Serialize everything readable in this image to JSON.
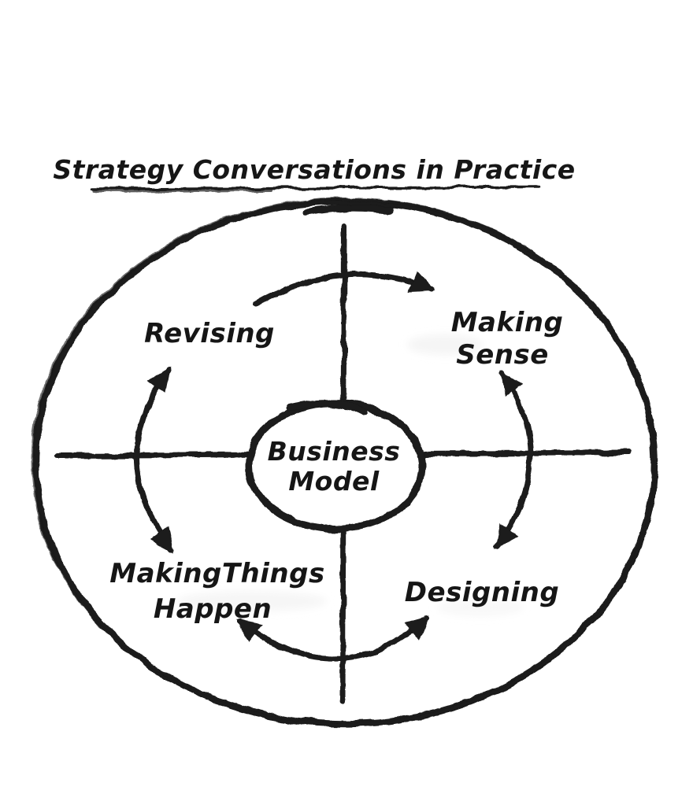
{
  "page": {
    "background_color": "#ffffff",
    "ink_color": "#1a1a1a",
    "style": "hand-drawn marker sketch"
  },
  "title": "Strategy Conversations in Practice",
  "diagram": {
    "type": "cycle-diagram",
    "center_node": {
      "line1": "Business",
      "line2": "Model"
    },
    "quadrant_labels": {
      "top_left": "Revising",
      "top_right_line1": "Making",
      "top_right_line2": "Sense",
      "bottom_right": "Designing",
      "bottom_left_line1": "MakingThings",
      "bottom_left_line2": "Happen"
    },
    "arrows": [
      {
        "position": "top",
        "from": "Revising",
        "to": "Making Sense",
        "heads": "single",
        "direction": "clockwise"
      },
      {
        "position": "right",
        "between": [
          "Making Sense",
          "Designing"
        ],
        "heads": "double"
      },
      {
        "position": "bottom",
        "between": [
          "Designing",
          "MakingThings Happen"
        ],
        "heads": "double"
      },
      {
        "position": "left",
        "between": [
          "MakingThings Happen",
          "Revising"
        ],
        "heads": "double"
      }
    ]
  }
}
